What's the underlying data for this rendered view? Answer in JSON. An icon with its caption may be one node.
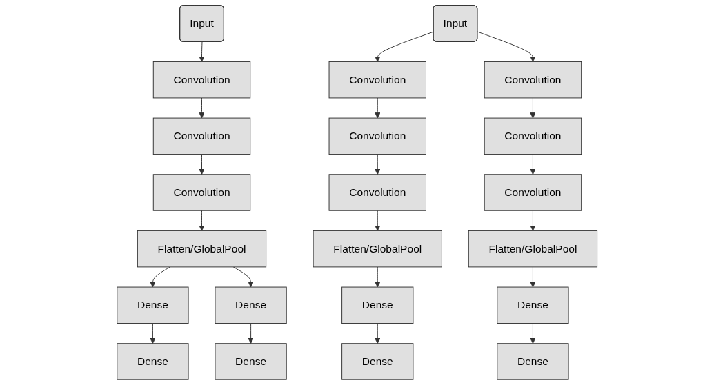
{
  "diagram": {
    "nodes": [
      {
        "text": [
          "Input"
        ]
      },
      {
        "text": [
          "Convolution"
        ]
      },
      {
        "text": [
          "Convolution"
        ]
      },
      {
        "text": [
          "Convolution"
        ]
      },
      {
        "text": [
          "Flatten/GlobalPool"
        ]
      },
      {
        "text": [
          "Dense"
        ]
      },
      {
        "text": [
          "Dense"
        ]
      },
      {
        "text": [
          "Dense"
        ]
      },
      {
        "text": [
          "Dense"
        ]
      },
      {
        "text": [
          "Input"
        ]
      },
      {
        "text": [
          "Convolution"
        ]
      },
      {
        "text": [
          "Convolution"
        ]
      },
      {
        "text": [
          "Convolution"
        ]
      },
      {
        "text": [
          "Convolution"
        ]
      },
      {
        "text": [
          "Convolution"
        ]
      },
      {
        "text": [
          "Convolution"
        ]
      },
      {
        "text": [
          "Flatten/GlobalPool"
        ]
      },
      {
        "text": [
          "Flatten/GlobalPool"
        ]
      },
      {
        "text": [
          "Dense"
        ]
      },
      {
        "text": [
          "Dense"
        ]
      },
      {
        "text": [
          "Dense"
        ]
      },
      {
        "text": [
          "Dense"
        ]
      }
    ],
    "edges": [
      {
        "from": 0,
        "to": 1,
        "arrow": "to"
      },
      {
        "from": 1,
        "to": 2,
        "arrow": "to"
      },
      {
        "from": 2,
        "to": 3,
        "arrow": "to"
      },
      {
        "from": 3,
        "to": 4,
        "arrow": "to"
      },
      {
        "from": 4,
        "to": 5,
        "arrow": "to"
      },
      {
        "from": 4,
        "to": 6,
        "arrow": "to"
      },
      {
        "from": 5,
        "to": 7,
        "arrow": "to"
      },
      {
        "from": 6,
        "to": 8,
        "arrow": "to"
      },
      {
        "from": 9,
        "to": 10,
        "arrow": "to"
      },
      {
        "from": 9,
        "to": 11,
        "arrow": "to"
      },
      {
        "from": 10,
        "to": 12,
        "arrow": "to"
      },
      {
        "from": 11,
        "to": 13,
        "arrow": "to"
      },
      {
        "from": 12,
        "to": 14,
        "arrow": "to"
      },
      {
        "from": 13,
        "to": 15,
        "arrow": "to"
      },
      {
        "from": 14,
        "to": 16,
        "arrow": "to"
      },
      {
        "from": 15,
        "to": 17,
        "arrow": "to"
      },
      {
        "from": 16,
        "to": 18,
        "arrow": "to"
      },
      {
        "from": 17,
        "to": 19,
        "arrow": "to"
      },
      {
        "from": 18,
        "to": 20,
        "arrow": "to"
      },
      {
        "from": 19,
        "to": 21,
        "arrow": "to"
      }
    ]
  }
}
